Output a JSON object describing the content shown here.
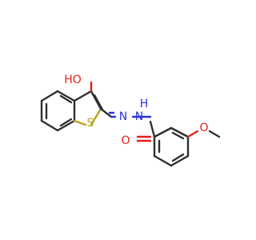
{
  "molecule": {
    "atoms": {
      "ho": "HO",
      "s": "S",
      "n1": "N",
      "nh": "N",
      "h": "H",
      "o1": "O",
      "o2": "O"
    },
    "colors": {
      "bond": "#2f2f2f",
      "oxygen": "#e02020",
      "nitrogen": "#2c34d8",
      "sulfur": "#b7a321"
    }
  }
}
